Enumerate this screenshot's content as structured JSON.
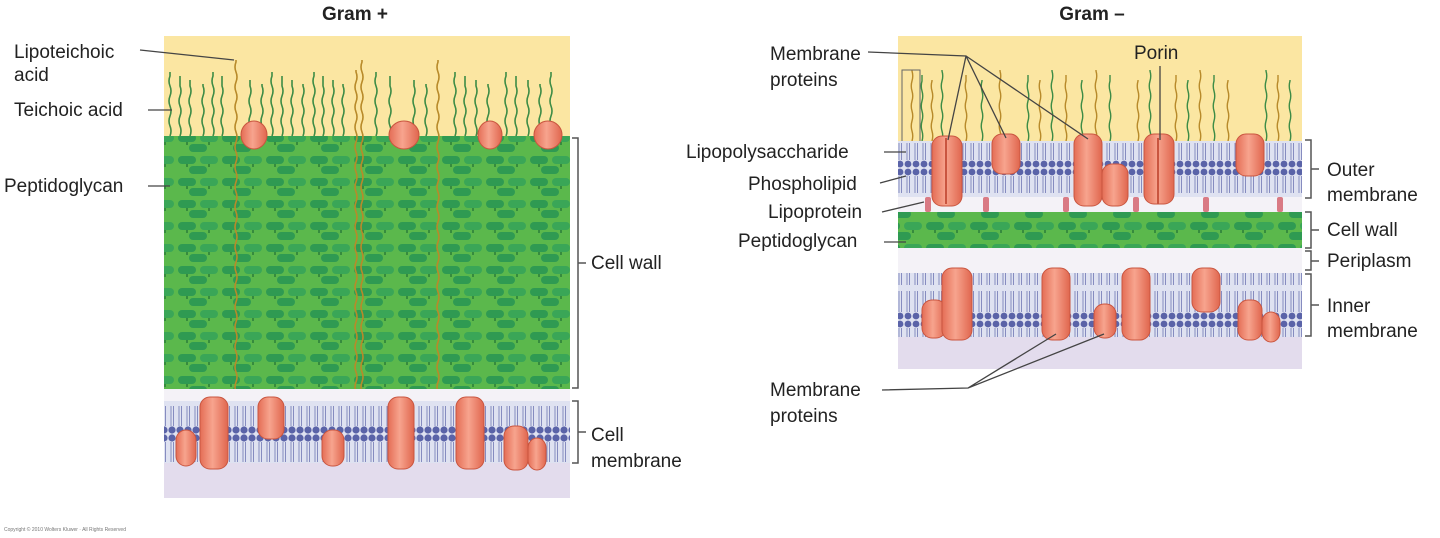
{
  "gram_positive": {
    "title": "Gram +",
    "labels": {
      "lipoteichoic_acid": "Lipoteichoic\nacid",
      "teichoic_acid": "Teichoic acid",
      "peptidoglycan": "Peptidoglycan",
      "cell_wall": "Cell wall",
      "cell_membrane": "Cell\nmembrane"
    }
  },
  "gram_negative": {
    "title": "Gram –",
    "labels": {
      "membrane_proteins_top": "Membrane\nproteins",
      "porin": "Porin",
      "lipopolysaccharide": "Lipopolysaccharide",
      "phospholipid": "Phospholipid",
      "lipoprotein": "Lipoprotein",
      "peptidoglycan": "Peptidoglycan",
      "outer_membrane": "Outer\nmembrane",
      "cell_wall": "Cell wall",
      "periplasm": "Periplasm",
      "inner_membrane": "Inner\nmembrane",
      "membrane_proteins_bottom": "Membrane\nproteins"
    }
  },
  "copyright": "Copyright © 2010 Wolters Kluwer · All Rights Reserved",
  "colors": {
    "exterior": "#fbe6a2",
    "peptidoglycan": "#5bb84c",
    "peptidoglycan_cell": "#2f9a52",
    "bilayer_head": "#5a63a8",
    "bilayer_tail": "#d7daec",
    "cytoplasm": "#e3dced",
    "protein": "#f08a72",
    "protein_edge": "#c9553f",
    "teichoic": "#3d8c46",
    "lipoteichoic": "#b88a2a"
  }
}
